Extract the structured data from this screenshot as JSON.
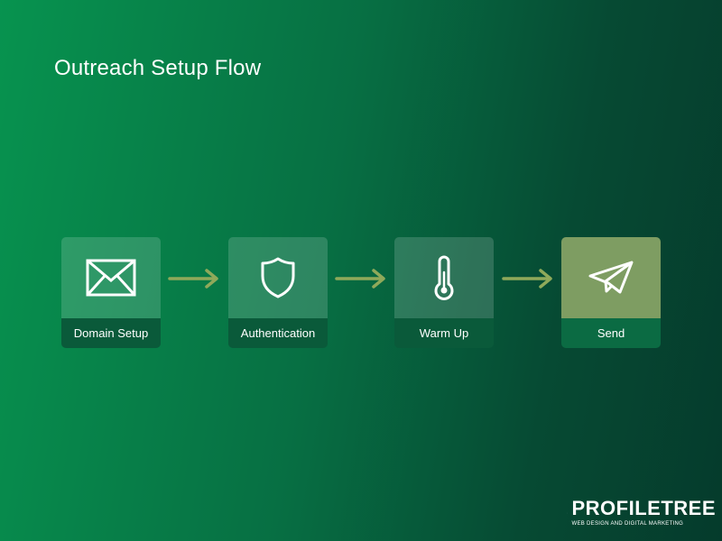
{
  "title": "Outreach Setup Flow",
  "steps": [
    {
      "label": "Domain Setup",
      "icon": "envelope-icon"
    },
    {
      "label": "Authentication",
      "icon": "shield-icon"
    },
    {
      "label": "Warm Up",
      "icon": "thermometer-icon"
    },
    {
      "label": "Send",
      "icon": "paper-plane-icon",
      "highlighted": true
    }
  ],
  "colors": {
    "arrow": "#8fa95a",
    "highlight": "#7e9d62",
    "label_bar": "#0a5a3a"
  },
  "logo": {
    "wordmark": "PROFILETREE",
    "tagline": "WEB DESIGN AND DIGITAL MARKETING"
  }
}
